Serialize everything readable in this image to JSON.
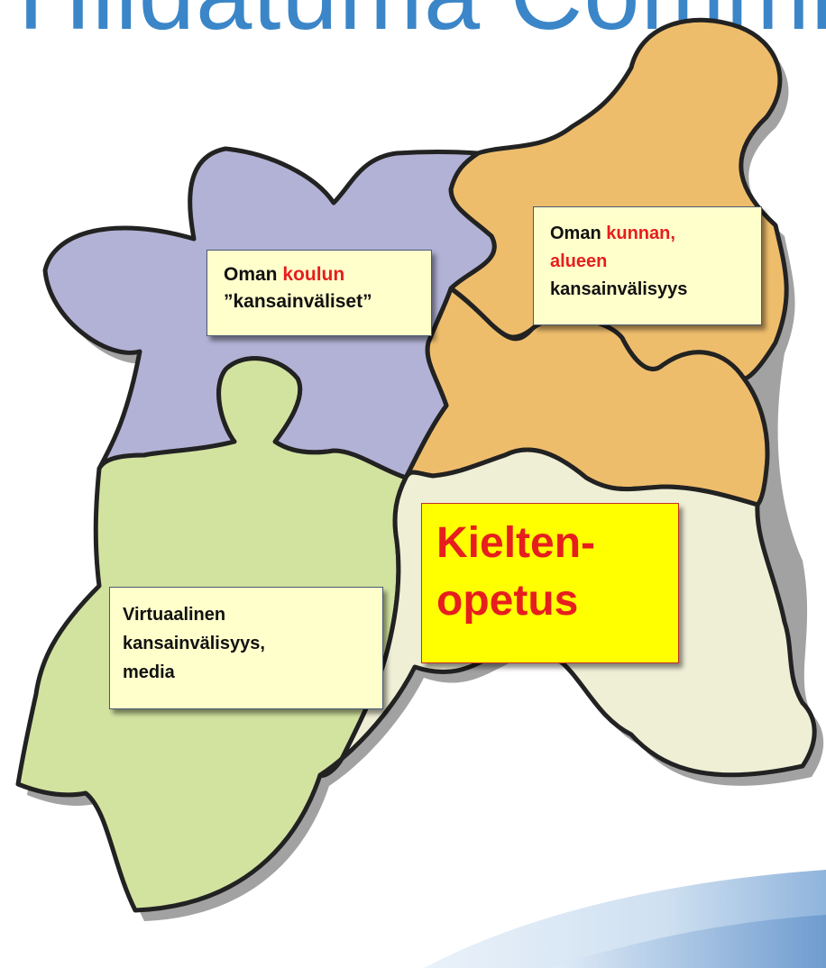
{
  "title": "Hiidatuma Commit",
  "colors": {
    "title": "#3a86c8",
    "piece_purple": "#b2b2d6",
    "piece_orange": "#eebd6c",
    "piece_green": "#d2e3a0",
    "piece_cream": "#efefd6",
    "box_background": "#ffffcc",
    "highlight_background": "#ffff00",
    "highlight_text": "#e61e1e"
  },
  "boxes": {
    "koulu": {
      "prefix": "Oman",
      "highlight": "koulun",
      "line2": "”kansainväliset”"
    },
    "kunta": {
      "prefix": "Oman",
      "highlight1": "kunnan,",
      "highlight2": "alueen",
      "line3": "kansainvälisyys"
    },
    "virtuaalinen": {
      "line1": "Virtuaalinen",
      "line2": "kansainvälisyys,",
      "line3": "media"
    },
    "kielten": {
      "line1": "Kielten-",
      "line2": "opetus"
    }
  }
}
